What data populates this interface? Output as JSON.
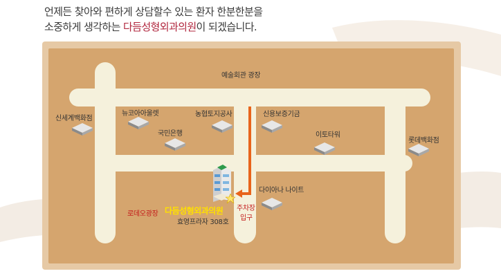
{
  "intro": {
    "line1": "언제든 찾아와 편하게 상담할수 있는 환자 한분한분을",
    "line2_pre": "소중하게 생각하는 ",
    "line2_clinic": "다듬성형외과의원",
    "line2_post": "이 되겠습니다."
  },
  "map": {
    "landmarks": {
      "arts_plaza": "예술회관 광장",
      "shinsegae": "신세계백화점",
      "newcore": "뉴코아아울렛",
      "nonghyup": "농협토지공사",
      "kookmin": "국민은행",
      "credit": "신용보증기금",
      "itower": "이토타워",
      "lotte": "롯데백화점",
      "diana": "다이아나 나이트",
      "rodeo": "로데오광장"
    },
    "clinic_name": "다듬성형외과의원",
    "clinic_address": "효영프라자 308호",
    "parking": "주차장",
    "entrance": "입구"
  },
  "colors": {
    "map_outer": "#e6c9a5",
    "map_inner": "#d5a56e",
    "road": "#f5f1dc",
    "arrow": "#e8641b",
    "highlight": "#b0243c",
    "clinic_label": "#ffe000"
  }
}
